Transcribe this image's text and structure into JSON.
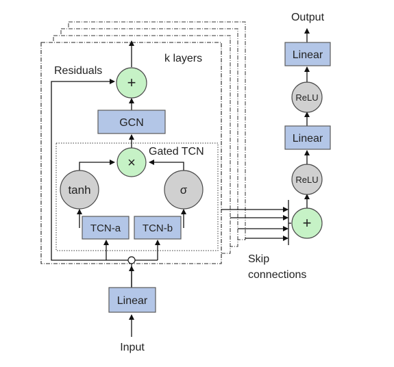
{
  "labels": {
    "output": "Output",
    "k_layers": "k layers",
    "residuals": "Residuals",
    "gcn": "GCN",
    "gated_tcn": "Gated TCN",
    "tanh": "tanh",
    "sigma": "σ",
    "tcn_a": "TCN-a",
    "tcn_b": "TCN-b",
    "linear_input": "Linear",
    "input": "Input",
    "skip_line1": "Skip",
    "skip_line2": "connections",
    "linear_top": "Linear",
    "relu_top": "ReLU",
    "linear_mid": "Linear",
    "relu_bottom": "ReLU",
    "plus_residual": "+",
    "plus_skip": "+",
    "multiply": "×"
  },
  "colors": {
    "linear_box": "#b3c6e7",
    "relu_circle": "#d0d0d0",
    "sum_circle": "#c6f2c6"
  }
}
